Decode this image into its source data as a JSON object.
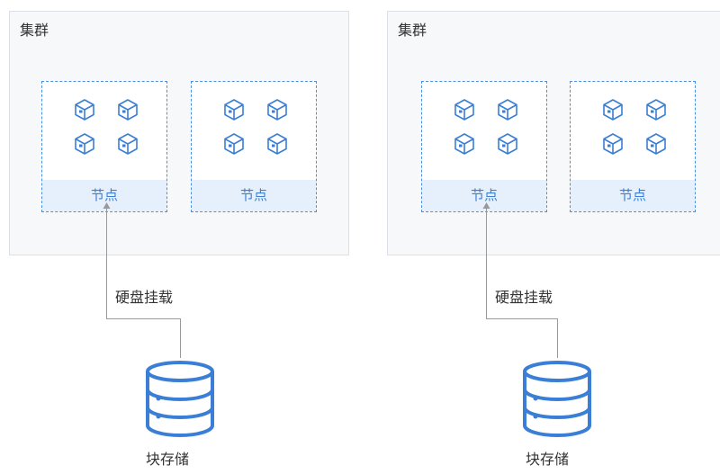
{
  "clusters": [
    {
      "title": "集群",
      "nodes": [
        {
          "label": "节点",
          "pods": [
            "cube-icon",
            "cube-icon",
            "cube-icon",
            "cube-icon"
          ]
        },
        {
          "label": "节点",
          "pods": [
            "cube-icon",
            "cube-icon",
            "cube-icon",
            "cube-icon"
          ]
        }
      ],
      "mount_label": "硬盘挂载",
      "storage": {
        "label": "块存储",
        "icon": "database-icon"
      }
    },
    {
      "title": "集群",
      "nodes": [
        {
          "label": "节点",
          "pods": [
            "cube-icon",
            "cube-icon",
            "cube-icon",
            "cube-icon"
          ]
        },
        {
          "label": "节点",
          "pods": [
            "cube-icon",
            "cube-icon",
            "cube-icon",
            "cube-icon"
          ]
        }
      ],
      "mount_label": "硬盘挂载",
      "storage": {
        "label": "块存储",
        "icon": "database-icon"
      }
    }
  ],
  "colors": {
    "accent": "#4a90e2",
    "node_label_bg": "#e6f0fc",
    "cluster_bg": "#f7f8fa",
    "connector": "#999999"
  }
}
